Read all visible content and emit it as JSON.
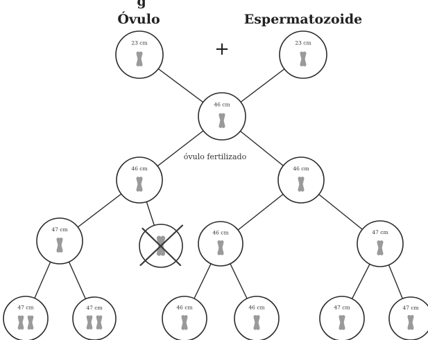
{
  "header_clip": "g",
  "labels": {
    "ovulo": "Óvulo",
    "espermatozoide": "Espermatozoide",
    "plus": "+",
    "fertilized": "óvulo fertilizado"
  },
  "colors": {
    "stroke": "#2a2a2a",
    "chromosome": "#9a9a9a",
    "cross": "#3a3a3a"
  },
  "cells": [
    {
      "id": "ovum",
      "label": "23 cm",
      "chromosomes": 1,
      "crossed": false
    },
    {
      "id": "sperm",
      "label": "23 cm",
      "chromosomes": 1,
      "crossed": false
    },
    {
      "id": "zygote",
      "label": "46 cm",
      "chromosomes": 1,
      "crossed": false
    },
    {
      "id": "left-cell",
      "label": "46 cm",
      "chromosomes": 1,
      "crossed": false
    },
    {
      "id": "right-cell",
      "label": "46 cm",
      "chromosomes": 1,
      "crossed": false
    },
    {
      "id": "left-47",
      "label": "47 cm",
      "chromosomes": 1,
      "crossed": false
    },
    {
      "id": "lost-cell",
      "label": "",
      "chromosomes": 1,
      "crossed": true
    },
    {
      "id": "mid-46",
      "label": "46 cm",
      "chromosomes": 1,
      "crossed": false
    },
    {
      "id": "right-47",
      "label": "47 cm",
      "chromosomes": 1,
      "crossed": false
    },
    {
      "id": "leaf-1",
      "label": "47 cm",
      "chromosomes": 2,
      "crossed": false
    },
    {
      "id": "leaf-2",
      "label": "47 cm",
      "chromosomes": 2,
      "crossed": false
    },
    {
      "id": "leaf-3",
      "label": "46 cm",
      "chromosomes": 1,
      "crossed": false
    },
    {
      "id": "leaf-4",
      "label": "46 cm",
      "chromosomes": 1,
      "crossed": false
    },
    {
      "id": "leaf-5",
      "label": "47 cm",
      "chromosomes": 1,
      "crossed": false
    },
    {
      "id": "leaf-6",
      "label": "47 cm",
      "chromosomes": 1,
      "crossed": false
    }
  ],
  "links": [
    [
      "ovum",
      "zygote"
    ],
    [
      "sperm",
      "zygote"
    ],
    [
      "zygote",
      "left-cell"
    ],
    [
      "zygote",
      "right-cell"
    ],
    [
      "left-cell",
      "left-47"
    ],
    [
      "left-cell",
      "lost-cell"
    ],
    [
      "right-cell",
      "mid-46"
    ],
    [
      "right-cell",
      "right-47"
    ],
    [
      "left-47",
      "leaf-1"
    ],
    [
      "left-47",
      "leaf-2"
    ],
    [
      "mid-46",
      "leaf-3"
    ],
    [
      "mid-46",
      "leaf-4"
    ],
    [
      "right-47",
      "leaf-5"
    ],
    [
      "right-47",
      "leaf-6"
    ]
  ]
}
